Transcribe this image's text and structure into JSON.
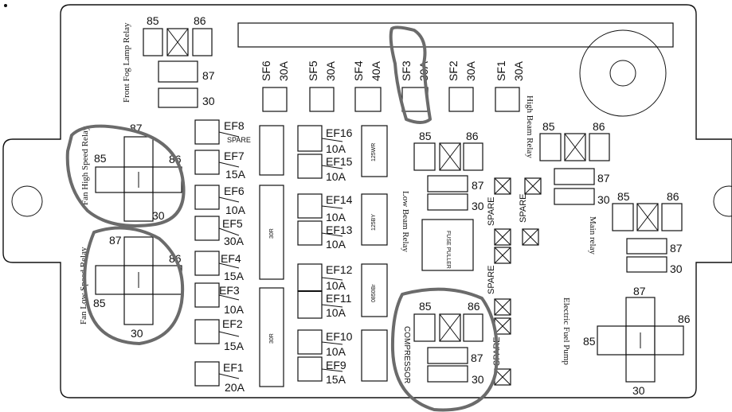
{
  "main_fuses": [
    {
      "id": "SF6",
      "rating": "30A"
    },
    {
      "id": "SF5",
      "rating": "30A"
    },
    {
      "id": "SF4",
      "rating": "40A"
    },
    {
      "id": "SF3",
      "rating": "30A"
    },
    {
      "id": "SF2",
      "rating": "30A"
    },
    {
      "id": "SF1",
      "rating": "30A"
    }
  ],
  "fuses": [
    {
      "id": "EF8",
      "rating": "SPARE"
    },
    {
      "id": "EF7",
      "rating": "15A"
    },
    {
      "id": "EF6",
      "rating": "10A"
    },
    {
      "id": "EF5",
      "rating": "30A"
    },
    {
      "id": "EF4",
      "rating": "15A"
    },
    {
      "id": "EF3",
      "rating": "10A"
    },
    {
      "id": "EF2",
      "rating": "15A"
    },
    {
      "id": "EF1",
      "rating": "20A"
    },
    {
      "id": "EF16",
      "rating": "10A"
    },
    {
      "id": "EF15",
      "rating": "10A"
    },
    {
      "id": "EF14",
      "rating": "10A"
    },
    {
      "id": "EF13",
      "rating": "10A"
    },
    {
      "id": "EF12",
      "rating": "10A"
    },
    {
      "id": "EF11",
      "rating": "10A"
    },
    {
      "id": "EF10",
      "rating": "10A"
    },
    {
      "id": "EF9",
      "rating": "15A"
    }
  ],
  "relays": {
    "front_fog_lamp": {
      "label": "Front Fog Lamp Relay",
      "pins": [
        "85",
        "86",
        "87",
        "30"
      ]
    },
    "fan_high_speed": {
      "label": "Fan High Speed Relay",
      "pins": [
        "87",
        "85",
        "86",
        "30"
      ]
    },
    "fan_low_speed": {
      "label": "Fan Low Speed Relay",
      "pins": [
        "87",
        "86",
        "85",
        "30"
      ]
    },
    "low_beam": {
      "label": "Low Beam Relay",
      "pins": [
        "85",
        "86",
        "87",
        "30"
      ]
    },
    "high_beam": {
      "label": "High Beam Relay",
      "pins": [
        "85",
        "86",
        "87",
        "30"
      ]
    },
    "main": {
      "label": "Main relay",
      "pins": [
        "85",
        "86",
        "87",
        "30"
      ]
    },
    "compressor": {
      "label": "COMPRESSOR",
      "pins": [
        "85",
        "86",
        "87",
        "30"
      ]
    },
    "electric_fuel_pump": {
      "label": "Electric Fuel Pump",
      "pins": [
        "87",
        "86",
        "85",
        "30"
      ]
    }
  },
  "block_labels": {
    "b1": "30R",
    "b2": "30R",
    "b3": "125WR",
    "b4": "125BY",
    "b5": "0850Br"
  },
  "fuse_puller": "FUSE PULLER",
  "spare_labels": [
    "SPARE",
    "SPARE",
    "SPARE",
    "SPARE"
  ],
  "colors": {
    "line": "#111111",
    "annotation": "#6b6b6b",
    "background": "#ffffff"
  }
}
